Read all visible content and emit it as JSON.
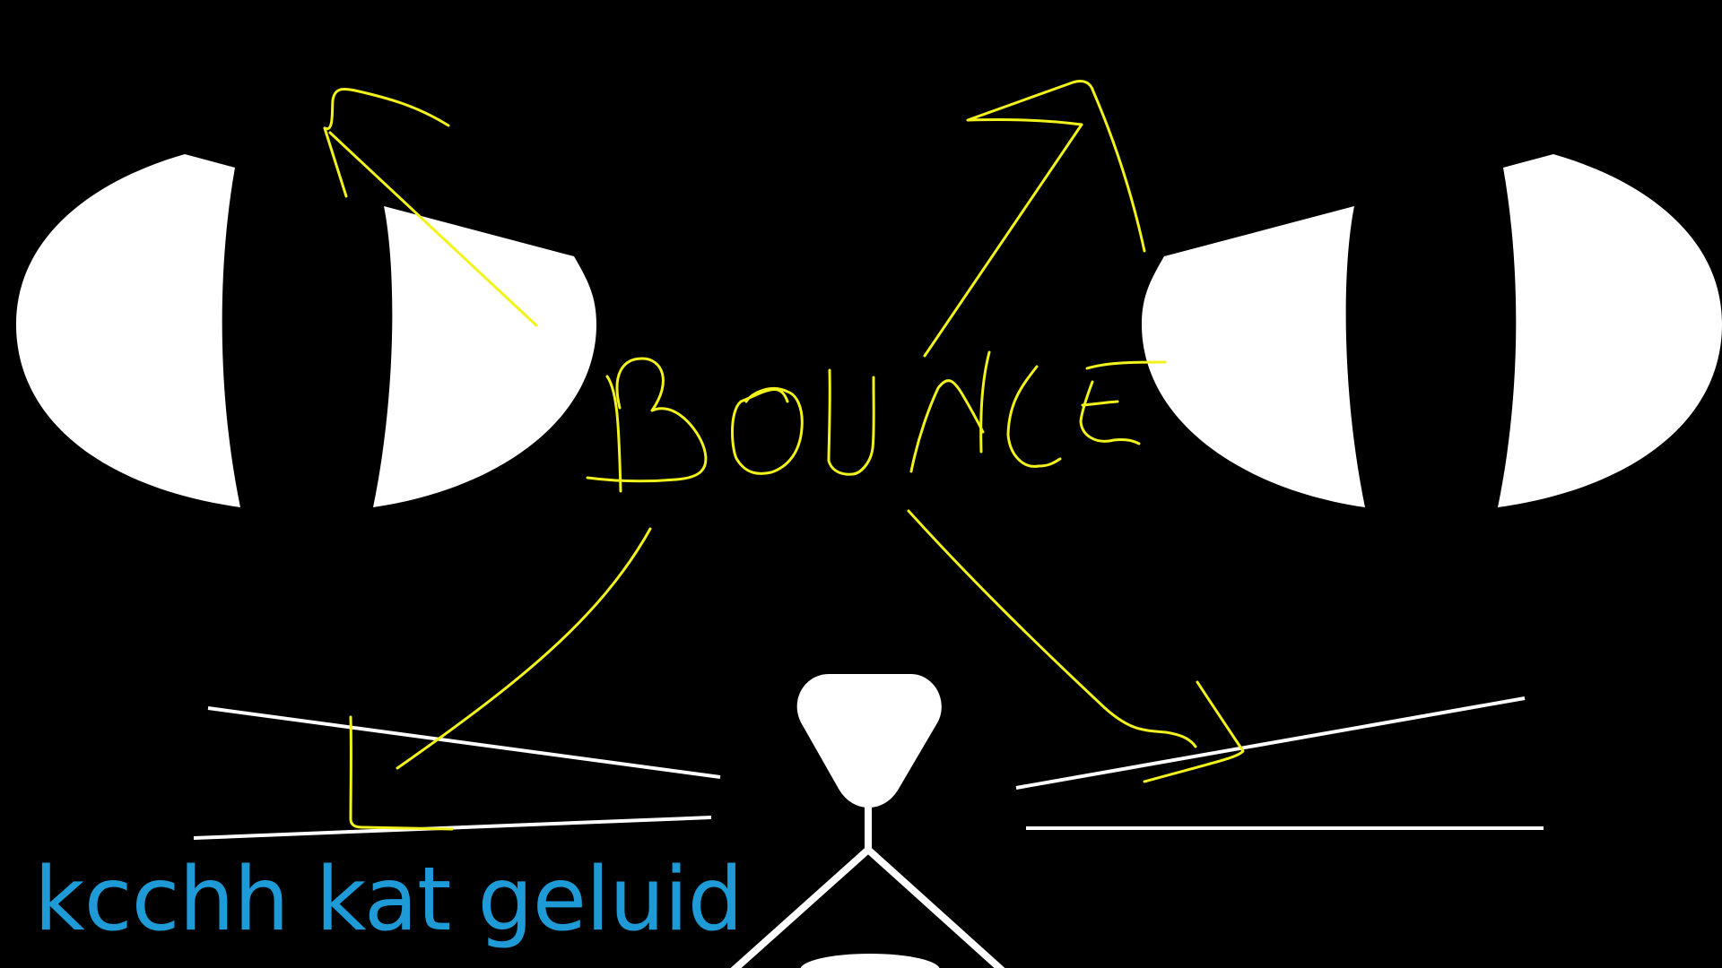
{
  "caption": {
    "text": "kcchh kat geluid",
    "color": "#1e9ad6"
  },
  "colors": {
    "background": "#000000",
    "face": "#ffffff",
    "annotation": "#f2f21c"
  },
  "annotation": {
    "word": "BOUNCE",
    "glyph": "yellow-handwritten-annotation"
  }
}
